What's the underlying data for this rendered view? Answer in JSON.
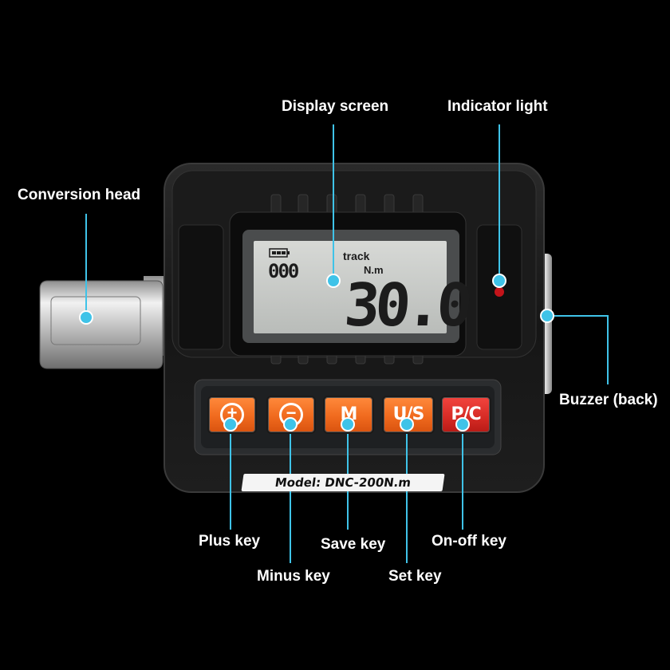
{
  "callouts": {
    "display_screen": "Display screen",
    "indicator_light": "Indicator light",
    "conversion_head": "Conversion head",
    "buzzer": "Buzzer (back)",
    "plus_key": "Plus key",
    "minus_key": "Minus key",
    "save_key": "Save key",
    "set_key": "Set key",
    "on_off_key": "On-off key"
  },
  "lcd": {
    "counter": "000",
    "mode": "track",
    "unit": "N.m",
    "reading": "30.0"
  },
  "keys": {
    "plus": "+",
    "minus": "−",
    "save": "M",
    "set": "U/S",
    "power": "P/C"
  },
  "model_plate": "Model:  DNC-200N.m",
  "colors": {
    "callout_line": "#3fc3e8",
    "key_orange": "#f06a1e",
    "key_red": "#d52a24",
    "lcd_background": "#c9ccc9",
    "indicator_led": "#c4141a"
  }
}
